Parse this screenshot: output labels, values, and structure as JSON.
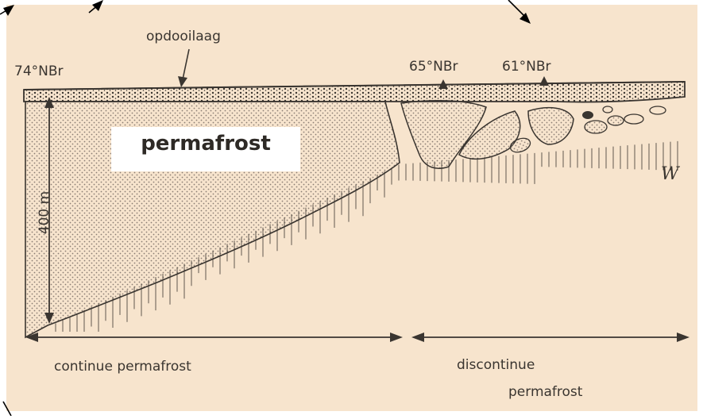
{
  "colors": {
    "background": "#f7e4cd",
    "line": "#3a3530",
    "stipple": "#8b7e74",
    "frame": "#ffffff"
  },
  "labels": {
    "active_layer": "opdooilaag",
    "lat_74": "74°NBr",
    "lat_65": "65°NBr",
    "lat_61": "61°NBr",
    "permafrost": "permafrost",
    "depth": "400 m",
    "continuous": "continue permafrost",
    "discontinuous_line1": "discontinue",
    "discontinuous_line2": "permafrost",
    "mark": "W"
  }
}
